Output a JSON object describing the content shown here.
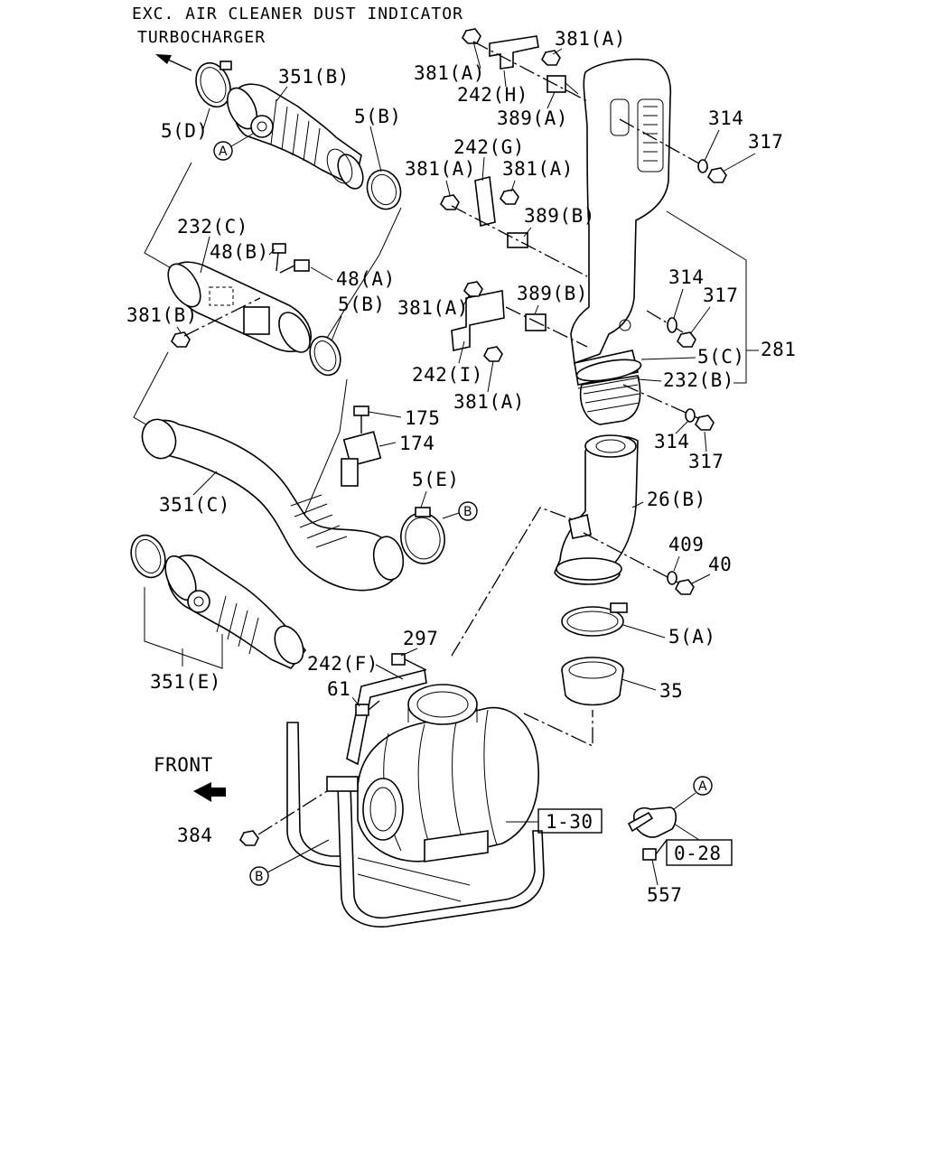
{
  "header": {
    "line1": "EXC. AIR CLEANER DUST INDICATOR",
    "line2": "TURBOCHARGER"
  },
  "direction": {
    "label": "FRONT"
  },
  "refs": {
    "r1": "1-30",
    "r2": "0-28"
  },
  "callouts": {
    "a": "A",
    "b": "B"
  },
  "labels": {
    "p5d": "5(D)",
    "p351b": "351(B)",
    "p5b_top": "5(B)",
    "p232c": "232(C)",
    "p48b": "48(B)",
    "p48a": "48(A)",
    "p381b": "381(B)",
    "p5b_mid": "5(B)",
    "p175": "175",
    "p174": "174",
    "p351c": "351(C)",
    "p5e": "5(E)",
    "p351e": "351(E)",
    "p242f": "242(F)",
    "p297": "297",
    "p61": "61",
    "p384": "384",
    "p557": "557",
    "p381a_1": "381(A)",
    "p381a_2": "381(A)",
    "p242h": "242(H)",
    "p389a": "389(A)",
    "p242g": "242(G)",
    "p381a_3": "381(A)",
    "p381a_4": "381(A)",
    "p389b_1": "389(B)",
    "p381a_5": "381(A)",
    "p389b_2": "389(B)",
    "p242i": "242(I)",
    "p381a_6": "381(A)",
    "p314_1": "314",
    "p317_1": "317",
    "p314_2": "314",
    "p317_2": "317",
    "p5c": "5(C)",
    "p281": "281",
    "p232b": "232(B)",
    "p314_3": "314",
    "p317_3": "317",
    "p26b": "26(B)",
    "p409": "409",
    "p40": "40",
    "p5a": "5(A)",
    "p35": "35"
  }
}
